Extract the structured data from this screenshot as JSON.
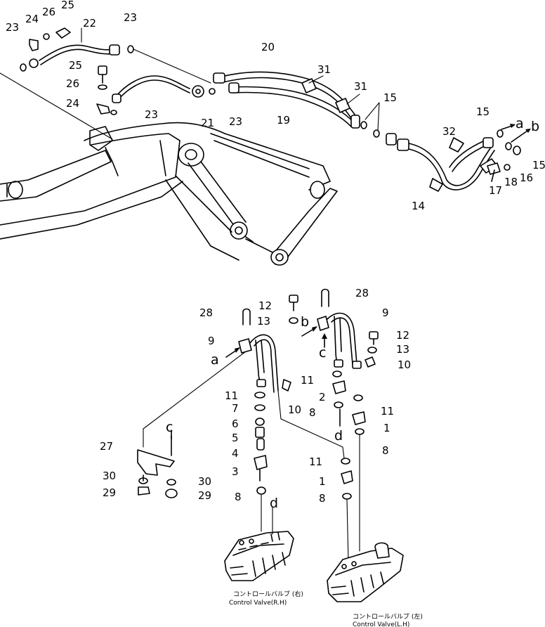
{
  "upper_labels": {
    "l23a": "23",
    "l24a": "24",
    "l26a": "26",
    "l25a": "25",
    "l22": "22",
    "l23b": "23",
    "l20": "20",
    "l25b": "25",
    "l26b": "26",
    "l24b": "24",
    "l23c": "23",
    "l21": "21",
    "l23d": "23",
    "l31a": "31",
    "l31b": "31",
    "l19": "19",
    "l15a": "15",
    "l15b": "15",
    "l32": "32",
    "la": "a",
    "lb": "b",
    "l15c": "15",
    "l16": "16",
    "l18": "18",
    "l17": "17",
    "l14": "14"
  },
  "lower_labels": {
    "l28a": "28",
    "l12a": "12",
    "l13a": "13",
    "l28b": "28",
    "l9a": "9",
    "l9b": "9",
    "la2": "a",
    "lb2": "b",
    "lc1": "c",
    "l12b": "12",
    "l13b": "13",
    "l10a": "10",
    "l11a": "11",
    "l11b": "11",
    "l7": "7",
    "l2": "2",
    "l6": "6",
    "l8a": "8",
    "l11c": "11",
    "l10b": "10",
    "l5": "5",
    "lc2": "c",
    "ld1": "d",
    "l1a": "1",
    "l4": "4",
    "l8b": "8",
    "l27": "27",
    "l3": "3",
    "l11d": "11",
    "l30a": "30",
    "l30b": "30",
    "l29a": "29",
    "l29b": "29",
    "l1b": "1",
    "l8c": "8",
    "l8d": "8",
    "ld2": "d"
  },
  "captions": {
    "rh_jp": "コントロールバルブ (右)",
    "rh_en": "Control Valve(R.H)",
    "lh_jp": "コントロールバルブ (左)",
    "lh_en": "Control Valve(L.H)"
  }
}
